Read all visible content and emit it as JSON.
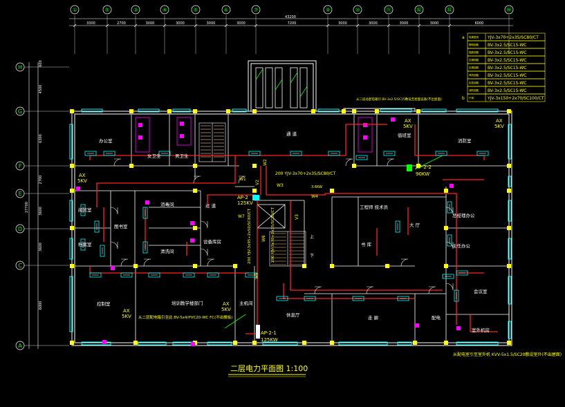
{
  "title": "二层电力平面图 1:100",
  "top_axes": [
    "①",
    "⑤",
    "③",
    "④",
    "⑤",
    "⑥",
    "⑦",
    "⑨",
    "⑩",
    "⑪",
    "⑫",
    "⑬",
    "⑭"
  ],
  "top_dims": [
    "3300",
    "2700",
    "3000",
    "3000",
    "3000",
    "3000",
    "7200",
    "3000",
    "3000",
    "3000",
    "3000",
    "6000"
  ],
  "top_total": "43200",
  "left_axes": [
    "H",
    "G",
    "F",
    "E",
    "D",
    "C",
    "A"
  ],
  "left_dims": [
    "4500",
    "6300",
    "2700",
    "3600",
    "3600",
    "6000"
  ],
  "left_sub": "600",
  "left_total": "27700",
  "legend": {
    "header_letter": "a",
    "footer_letter": "b",
    "items": [
      {
        "label": "电源进线",
        "spec": "YJV-3x70+2x35/SC80/CT"
      },
      {
        "label": "照明回路",
        "spec": "BV-3x2.5/SC15-WC"
      },
      {
        "label": "插座回路",
        "spec": "BV-3x2.5/SC15-WC"
      },
      {
        "label": "空调回路",
        "spec": "BV-3x2.5/SC15-WC"
      },
      {
        "label": "空调回路",
        "spec": "BV-3x2.5/SC15-WC"
      },
      {
        "label": "风机回路",
        "spec": "BV-3x2.5/SC15-WC"
      },
      {
        "label": "应急回路",
        "spec": "BV-3x2.5/SC15-WC"
      },
      {
        "label": "消防回路",
        "spec": "BV-3x2.5/SC15-WC"
      },
      {
        "label": "干线",
        "spec": "YJV-3x150+2x70/SC100/CT"
      }
    ]
  },
  "rooms": {
    "office": "办公室",
    "toilet_f": "女卫生",
    "toilet_m": "男卫生",
    "corridor_top": "通 道",
    "duty_r": "值班室",
    "station": "消防室",
    "gen_office": "总经理办公",
    "deputy_office": "主任办公",
    "meeting": "会议室",
    "reading": "阅览室",
    "archive": "档案室",
    "library": "图书室",
    "supply": "消毒间",
    "clean": "清洗间",
    "equip": "设备库房",
    "corridor_mid": "过 道",
    "engineer": "工程师\n技术员",
    "study": "书 库",
    "hall": "大 厅",
    "control": "控制室",
    "training": "培训教学楼部门",
    "mainctl": "主机间",
    "lobby": "休息厅",
    "corridor_bottom": "走 廊",
    "power": "配电",
    "outdoor": "室外机房"
  },
  "panels": {
    "ap22": "AP-2-2",
    "ap22_kw": "90KW",
    "ap21": "AP-2-1",
    "ap21_kw": "125KW",
    "ax1": "AX",
    "ax1_kw": "5KV",
    "ax2": "AX",
    "ax2_kw": "5KV",
    "ax3": "AX",
    "ax3_kw": "5KV",
    "ax4": "AX",
    "ax4_kw": "5KV",
    "ax5": "AX",
    "ax5_kw": "5KV",
    "ap_main": "AP-2",
    "ap_main_kw": "125KV"
  },
  "annotations": {
    "feeder_main": "200 YJV-3x70+2x35/SC80/CT",
    "feeder_top": "从二层总配电箱引 BV-3x2.5/SC15敷设至屋面设备(不出屋面)",
    "feeder_left": "从二层配电箱引至此 BV-5x4/PVC20-WC FC(不出楼板)",
    "feeder_br": "从配电室引至室外机 KVV-5x1.5/SC20敷设室外(不出屋面)",
    "vert1": "200 YJV-3x95+2x50/SC80/CT",
    "vert2": "200 YJV-3x70+2x35/SC80/CT",
    "w1": "W1",
    "w2": "W2",
    "w3": "W3",
    "w4": "W4",
    "w5": "W5",
    "w6": "W6",
    "w7": "W7",
    "v2": "V2",
    "v3": "V3",
    "shang": "上",
    "xia": "下",
    "ap_note": "3.6KW"
  }
}
